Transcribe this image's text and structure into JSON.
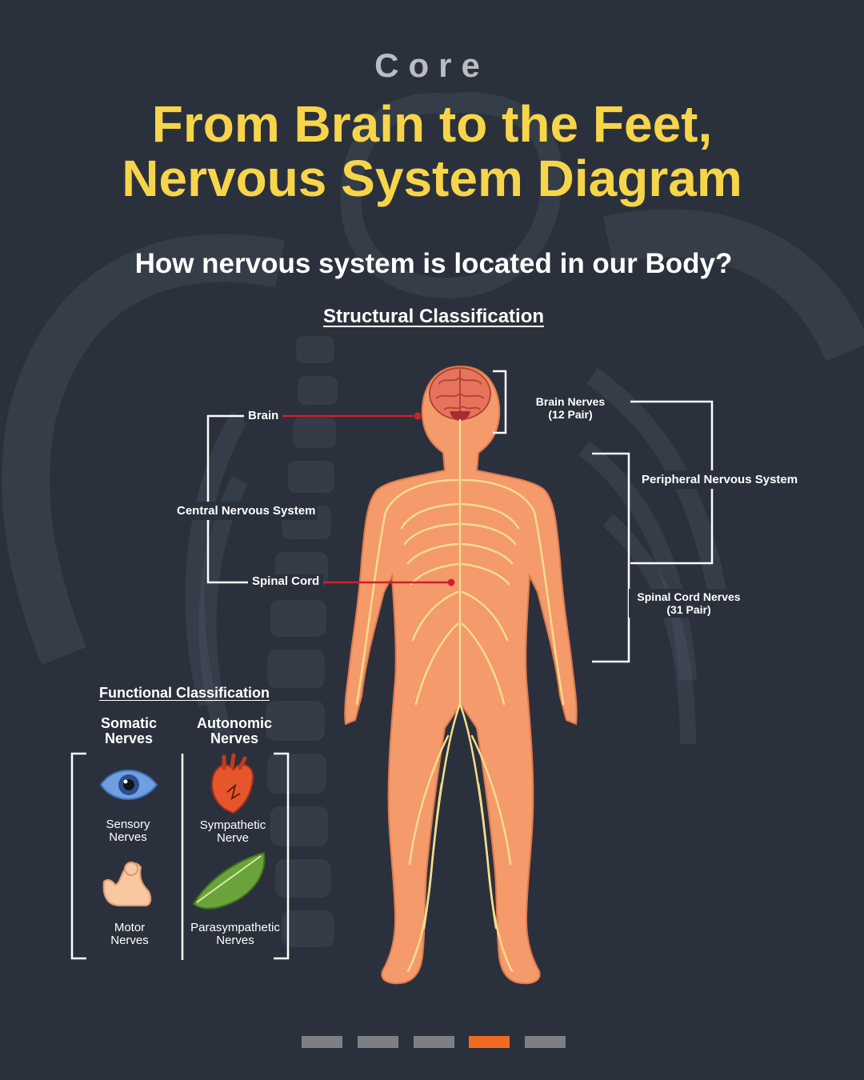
{
  "header": {
    "brand": "Core",
    "title_line1": "From Brain to the Feet,",
    "title_line2": "Nervous System Diagram",
    "question": "How nervous system is located in our Body?"
  },
  "structural": {
    "heading": "Structural Classification",
    "brain": "Brain",
    "spinal_cord": "Spinal Cord",
    "cns": "Central Nervous System",
    "pns": "Peripheral Nervous System",
    "brain_nerves_line1": "Brain Nerves",
    "brain_nerves_line2": "(12 Pair)",
    "spinal_nerves_line1": "Spinal Cord Nerves",
    "spinal_nerves_line2": "(31 Pair)"
  },
  "functional": {
    "heading": "Functional Classification",
    "somatic_line1": "Somatic",
    "somatic_line2": "Nerves",
    "autonomic_line1": "Autonomic",
    "autonomic_line2": "Nerves",
    "sensory_line1": "Sensory",
    "sensory_line2": "Nerves",
    "motor_line1": "Motor",
    "motor_line2": "Nerves",
    "sympathetic_line1": "Sympathetic",
    "sympathetic_line2": "Nerve",
    "parasympathetic_line1": "Parasympathetic",
    "parasympathetic_line2": "Nerves"
  },
  "icons": {
    "sensory": "eye-icon",
    "motor": "flexed-arm-icon",
    "sympathetic": "heart-icon",
    "parasympathetic": "leaf-icon"
  },
  "pagination": {
    "total": 5,
    "active": 4
  },
  "colors": {
    "background": "#2b313c",
    "title": "#f7d54a",
    "pointer": "#d0202a",
    "body": "#f49a6b",
    "nerves": "#f6dd8c",
    "active_page": "#f06a22",
    "inactive_page": "#7d7f83"
  }
}
